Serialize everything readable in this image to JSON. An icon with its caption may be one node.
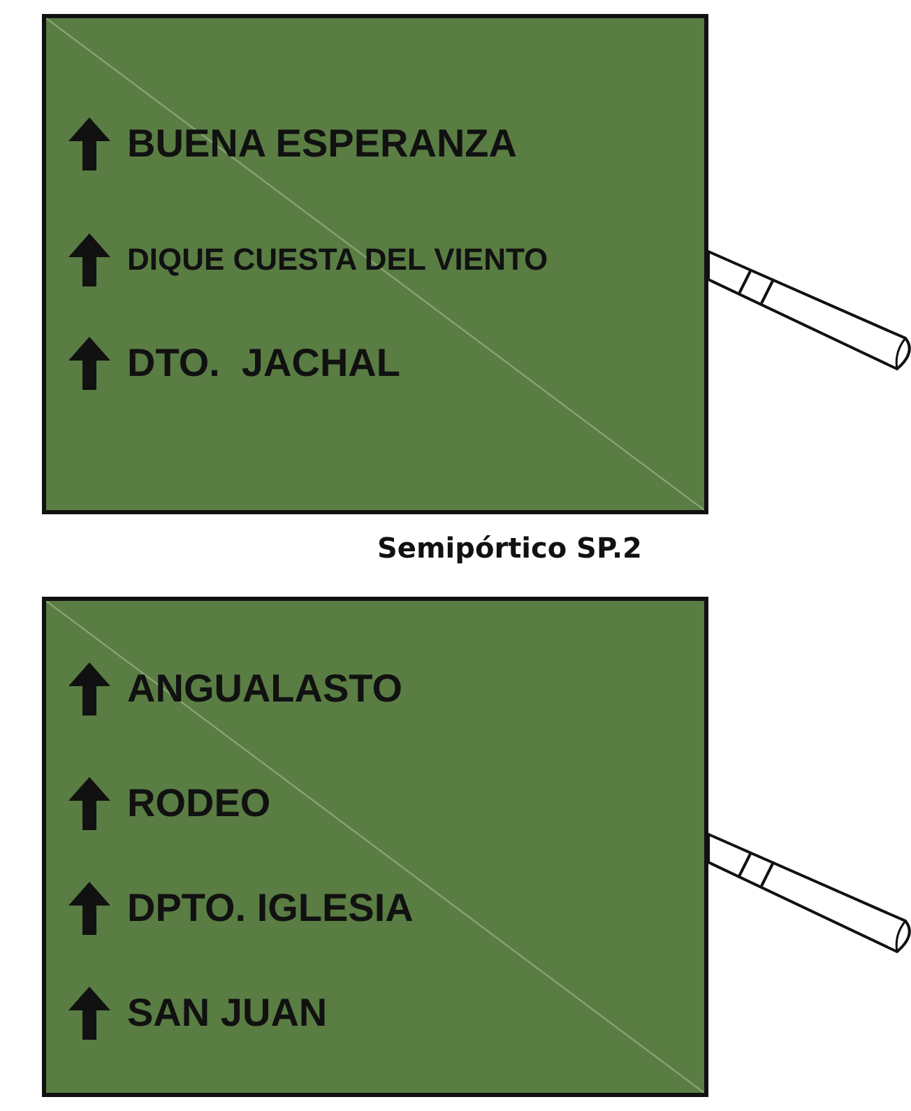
{
  "diagram": {
    "nodes": [
      {
        "text": [
          "BUENA ESPERANZA",
          "DIQUE CUESTA DEL VIENTO",
          "DTO.  JACHAL"
        ]
      },
      {
        "text": [
          "ANGUALASTO",
          "RODEO",
          "DPTO. IGLESIA",
          "SAN JUAN"
        ]
      }
    ],
    "labels": [
      "Semipórtico SP.2"
    ]
  }
}
